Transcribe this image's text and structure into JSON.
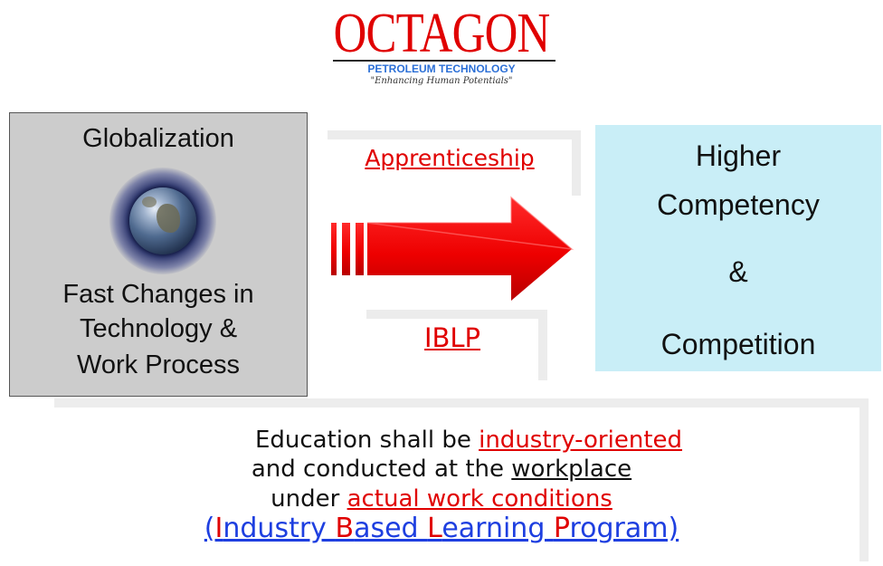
{
  "logo": {
    "title": "OCTAGON",
    "subtitle": "PETROLEUM TECHNOLOGY",
    "tagline": "\"Enhancing Human Potentials\""
  },
  "left_box": {
    "top_label": "Globalization",
    "line1": "Fast Changes in",
    "line2": "Technology &",
    "line3": "Work Process"
  },
  "arrow_labels": {
    "top": "Apprenticeship",
    "bottom": "IBLP"
  },
  "right_box": {
    "line1": "Higher",
    "line2": "Competency",
    "line3": "&",
    "line4": "Competition"
  },
  "statement": {
    "l1_prefix": "Education shall be ",
    "l1_highlight": "industry-oriented",
    "l2_prefix": "and conducted at the ",
    "l2_highlight": "workplace",
    "l3_prefix": "under ",
    "l3_highlight": "actual work conditions",
    "l4_open": "(",
    "l4_i": "I",
    "l4_ndustry": "ndustry ",
    "l4_b": "B",
    "l4_ased": "ased ",
    "l4_l": "L",
    "l4_earning": "earning ",
    "l4_p": "P",
    "l4_rogram": "rogram)"
  },
  "colors": {
    "accent_red": "#e00000",
    "link_blue": "#1e3fe0",
    "left_box_bg": "#cccccc",
    "right_box_bg": "#c9eef7"
  }
}
